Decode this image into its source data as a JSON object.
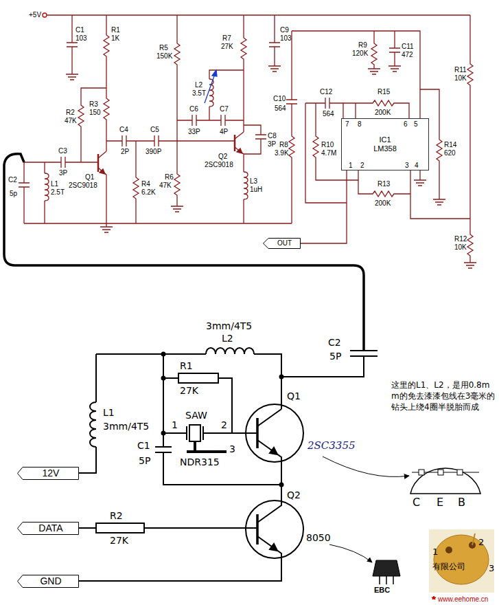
{
  "diagram": {
    "nodes": [
      {
        "text": [
          "IC1",
          "LM358"
        ]
      },
      {
        "text": [
          "OUT"
        ]
      },
      {
        "text": [
          "12V"
        ]
      },
      {
        "text": [
          "DATA"
        ]
      },
      {
        "text": [
          "GND"
        ]
      }
    ],
    "edges": [
      {
        "from": 0,
        "to": 1,
        "arrow": "none"
      }
    ],
    "labels": [
      "+5V",
      "C1",
      "103",
      "R1",
      "1K",
      "R5",
      "150K",
      "R7",
      "27K",
      "C9",
      "103",
      "R9",
      "120K",
      "C11",
      "472",
      "R11",
      "10K",
      "R2",
      "47K",
      "R3",
      "150",
      "L2",
      "3.5T",
      "C10",
      "564",
      "C12",
      "564",
      "R15",
      "200K",
      "R8",
      "3.9K",
      "R10",
      "4.7M",
      "R14",
      "620",
      "C6",
      "33P",
      "C7",
      "4P",
      "C4",
      "2P",
      "C5",
      "390P",
      "C8",
      "3P",
      "Q2",
      "2SC9018",
      "C3",
      "3P",
      "Q1",
      "2SC9018",
      "C2",
      "5p",
      "L1",
      "2.5T",
      "R6",
      "47K",
      "R4",
      "6.2K",
      "L3",
      "1uH",
      "R13",
      "200K",
      "R12",
      "10K",
      "8",
      "7",
      "6",
      "5",
      "1",
      "2",
      "3",
      "4",
      "3mm/4T5",
      "L2",
      "C2",
      "5P",
      "R1",
      "27K",
      "1",
      "SAW",
      "2",
      "3",
      "L1",
      "3mm/4T5",
      "C1",
      "5P",
      "NDR315",
      "Q1",
      "2SC3355",
      "这里的L1、L2，是用0.8mm的免去漆漆包线在3毫米的钻头上绕4圈半脱胎而成",
      "C",
      "E",
      "B",
      "Q2",
      "8050",
      "R2",
      "27K",
      "EBC",
      "1",
      "2",
      "有限公司",
      "3",
      "www.eehome.cn"
    ]
  }
}
